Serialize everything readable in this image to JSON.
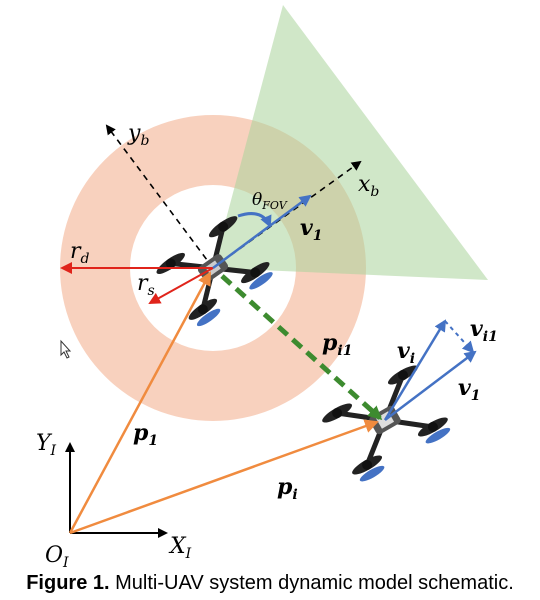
{
  "labels": {
    "y_b": "y",
    "y_b_sub": "b",
    "x_b": "x",
    "x_b_sub": "b",
    "theta": "θ",
    "theta_sub": "FOV",
    "v1_top": "v",
    "v1_top_sub": "1",
    "r_d": "r",
    "r_d_sub": "d",
    "r_s": "r",
    "r_s_sub": "s",
    "p_i1": "p",
    "p_i1_sub": "i1",
    "v_i": "v",
    "v_i_sub": "i",
    "v_i1": "v",
    "v_i1_sub": "i1",
    "v1_right": "v",
    "v1_right_sub": "1",
    "p1": "p",
    "p1_sub": "1",
    "p_i": "p",
    "p_i_sub": "i",
    "Y_I": "Y",
    "Y_I_sub": "I",
    "X_I": "X",
    "X_I_sub": "I",
    "O_I": "O",
    "O_I_sub": "I"
  },
  "caption": {
    "label": "Figure 1.",
    "text": "Multi-UAV system dynamic model schematic."
  },
  "colors": {
    "ring": "#f7c9b3",
    "fov": "#a9d39a",
    "orange": "#f08b3f",
    "red": "#e0241b",
    "blue": "#4472c4",
    "green": "#3d8b2f"
  },
  "icons": [
    "drone-1-icon",
    "drone-i-icon",
    "cursor-icon"
  ]
}
